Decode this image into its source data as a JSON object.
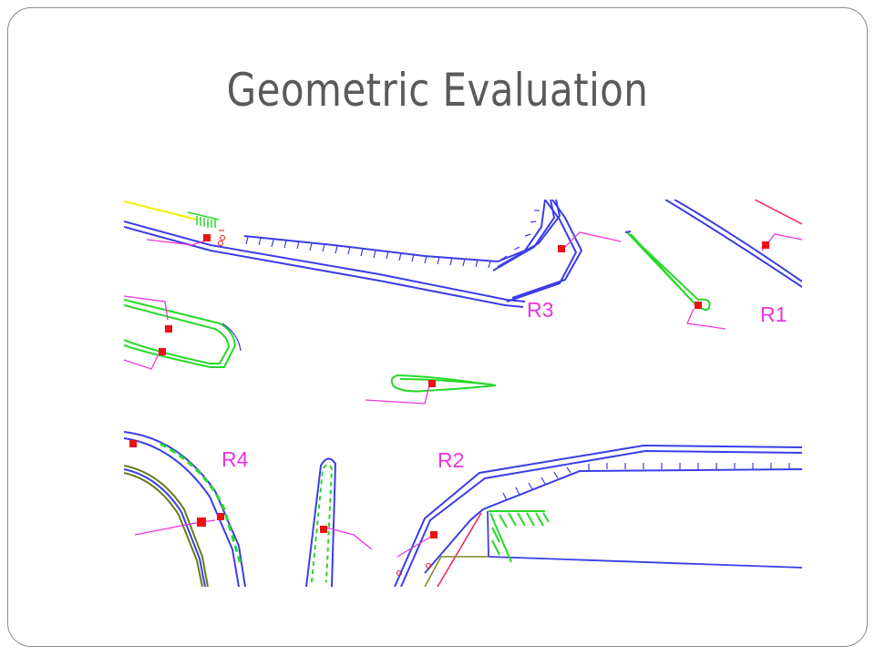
{
  "slide": {
    "title": "Geometric Evaluation"
  },
  "drawing": {
    "regions": [
      {
        "id": "R3",
        "label": "R3"
      },
      {
        "id": "R1",
        "label": "R1"
      },
      {
        "id": "R4",
        "label": "R4"
      },
      {
        "id": "R2",
        "label": "R2"
      }
    ],
    "colors": {
      "curb": "#3b3de6",
      "island": "#27d82a",
      "leader": "#ee33dd",
      "marker": "#ee1111",
      "edge_yellow": "#eeee00",
      "edge_red": "#ee2255",
      "hatch_olive": "#7a8a22"
    }
  }
}
